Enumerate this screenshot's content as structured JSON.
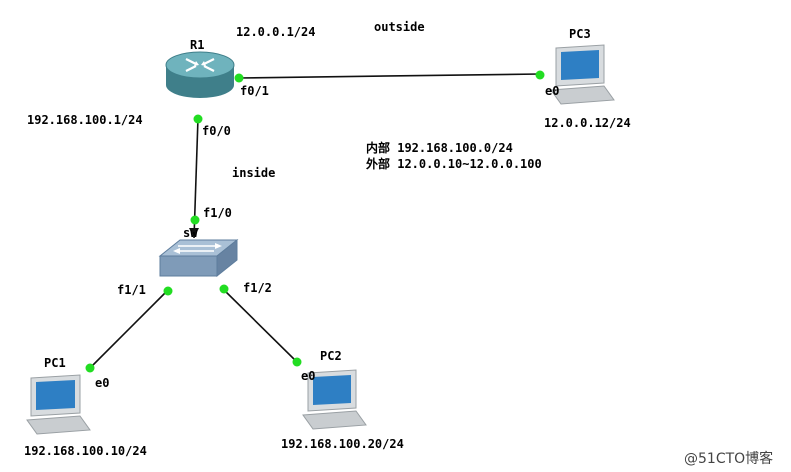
{
  "devices": {
    "r1": {
      "name": "R1"
    },
    "sw": {
      "name": "sw"
    },
    "pc1": {
      "name": "PC1"
    },
    "pc2": {
      "name": "PC2"
    },
    "pc3": {
      "name": "PC3"
    }
  },
  "interfaces": {
    "r1_f0_1": "f0/1",
    "r1_f0_0": "f0/0",
    "sw_f1_0": "f1/0",
    "sw_f1_1": "f1/1",
    "sw_f1_2": "f1/2",
    "pc1_e0": "e0",
    "pc2_e0": "e0",
    "pc3_e0": "e0"
  },
  "addresses": {
    "r1_outside": "12.0.0.1/24",
    "r1_inside": "192.168.100.1/24",
    "pc3": "12.0.0.12/24",
    "pc1": "192.168.100.10/24",
    "pc2": "192.168.100.20/24"
  },
  "zones": {
    "outside": "outside",
    "inside": "inside"
  },
  "nat_note": {
    "line1": "内部 192.168.100.0/24",
    "line2": "外部 12.0.0.10~12.0.0.100"
  },
  "watermark": "@51CTO博客",
  "colors": {
    "link": "#111111",
    "port_dot": "#22dd22",
    "router": "#4a8f9a",
    "switch": "#7f9bb8",
    "pc_screen": "#2e7fc4"
  }
}
